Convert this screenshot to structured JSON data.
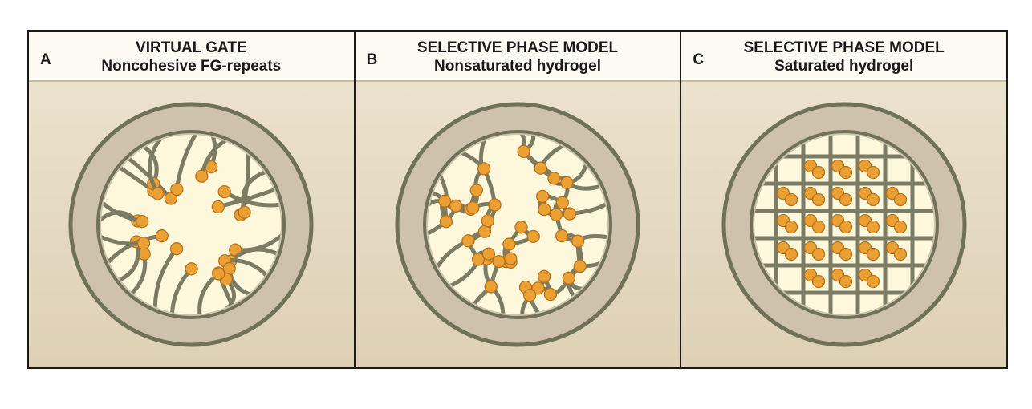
{
  "panels": [
    {
      "letter": "A",
      "title": "VIRTUAL GATE",
      "subtitle": "Noncohesive FG-repeats",
      "model": "virtual-gate"
    },
    {
      "letter": "B",
      "title": "SELECTIVE PHASE MODEL",
      "subtitle": "Nonsaturated hydrogel",
      "model": "nonsaturated-hydrogel"
    },
    {
      "letter": "C",
      "title": "SELECTIVE PHASE MODEL",
      "subtitle": "Saturated hydrogel",
      "model": "saturated-hydrogel"
    }
  ],
  "colors": {
    "ring": "#cfc2ad",
    "ring_edge": "#6f7257",
    "channel": "#fdf7dc",
    "fiber": "#7b7c63",
    "bead": "#eba033",
    "bead_edge": "#b8721c",
    "panel_bg": "#e3d8c0",
    "header_bg": "#fcfaf3"
  }
}
